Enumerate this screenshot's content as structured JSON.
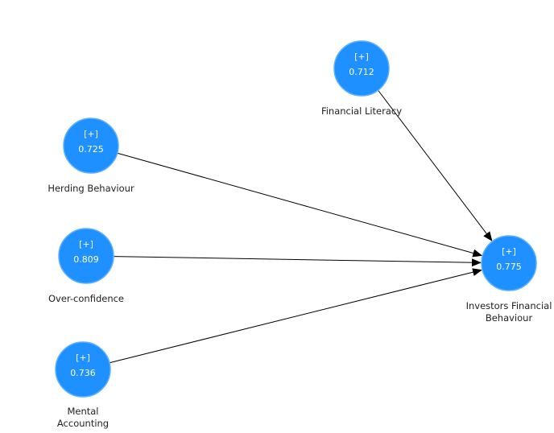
{
  "diagram": {
    "node_color": "#1e90ff",
    "node_stroke": "#5cb0ff",
    "edge_color": "#000000",
    "expand_symbol": "[+]",
    "nodes": {
      "financial_literacy": {
        "value": "0.712",
        "label_lines": [
          "Financial Literacy"
        ]
      },
      "herding_behaviour": {
        "value": "0.725",
        "label_lines": [
          "Herding Behaviour"
        ]
      },
      "over_confidence": {
        "value": "0.809",
        "label_lines": [
          "Over-confidence"
        ]
      },
      "mental_accounting": {
        "value": "0.736",
        "label_lines": [
          "Mental",
          "Accounting"
        ]
      },
      "investors_financial_behaviour": {
        "value": "0.775",
        "label_lines": [
          "Investors Financial",
          "Behaviour"
        ]
      }
    },
    "edges": [
      {
        "from": "financial_literacy",
        "to": "investors_financial_behaviour"
      },
      {
        "from": "herding_behaviour",
        "to": "investors_financial_behaviour"
      },
      {
        "from": "over_confidence",
        "to": "investors_financial_behaviour"
      },
      {
        "from": "mental_accounting",
        "to": "investors_financial_behaviour"
      }
    ]
  }
}
